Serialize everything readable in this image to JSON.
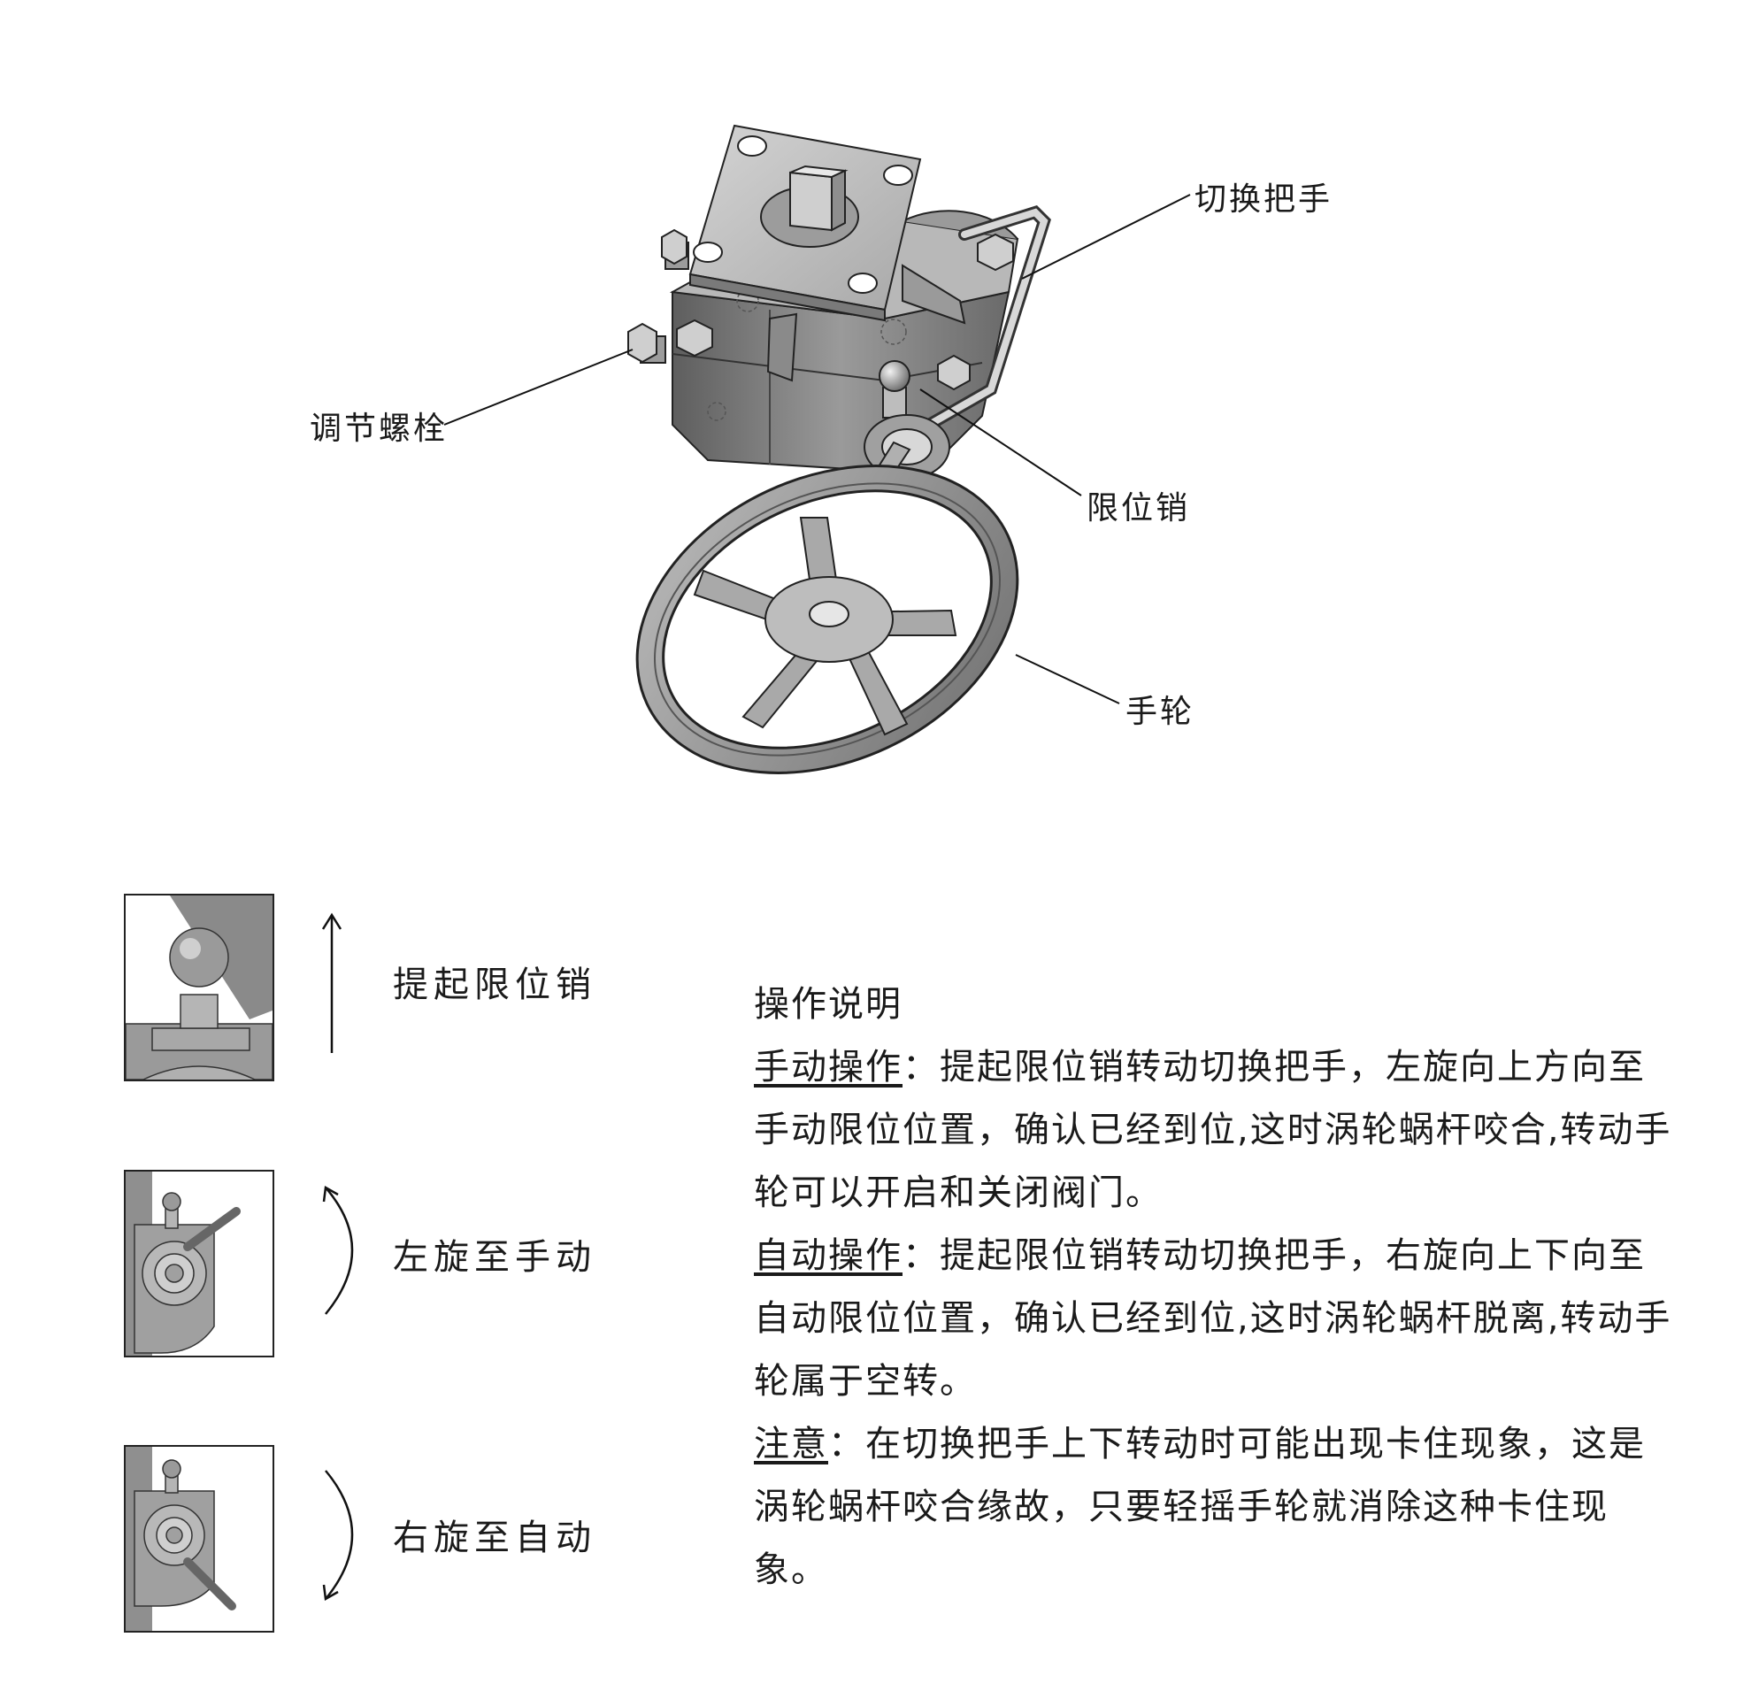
{
  "diagram": {
    "callouts": {
      "switch_handle": "切换把手",
      "adjust_bolt": "调节螺栓",
      "limit_pin": "限位销",
      "handwheel": "手轮"
    }
  },
  "steps": [
    {
      "label": "提起限位销",
      "arrow": "up"
    },
    {
      "label": "左旋至手动",
      "arrow": "counter-clockwise"
    },
    {
      "label": "右旋至自动",
      "arrow": "clockwise"
    }
  ],
  "instructions": {
    "title": "操作说明",
    "manual_head": "手动操作",
    "manual_sep": "：",
    "manual_l1": "提起限位销转动切换把手，左旋向上方向至",
    "manual_l2": "手动限位位置，确认已经到位,这时涡轮蜗杆咬合,转动手",
    "manual_l3": "轮可以开启和关闭阀门。",
    "auto_head": "自动操作",
    "auto_sep": "：",
    "auto_l1": "提起限位销转动切换把手，右旋向上下向至",
    "auto_l2": "自动限位位置，确认已经到位,这时涡轮蜗杆脱离,转动手",
    "auto_l3": "轮属于空转。",
    "note_head": "注意",
    "note_sep": "：",
    "note_l1": "在切换把手上下转动时可能出现卡住现象，这是",
    "note_l2": "涡轮蜗杆咬合缘故，只要轻摇手轮就消除这种卡住现",
    "note_l3": "象。"
  }
}
